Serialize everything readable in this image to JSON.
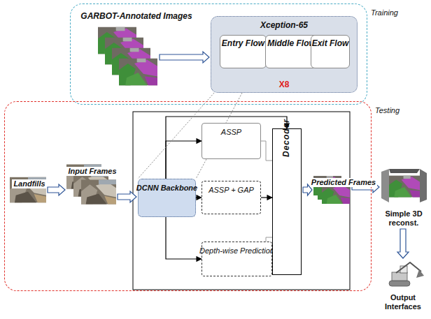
{
  "diagram": {
    "nodes": [
      {
        "text": [
          "Training"
        ]
      },
      {
        "text": [
          "GARBOT-Annotated Images"
        ],
        "in": 0
      },
      {
        "text": [
          "Xception-65",
          "X8"
        ],
        "in": 0
      },
      {
        "text": [
          "Entry Flow"
        ],
        "in": 2
      },
      {
        "text": [
          "Middle Flow"
        ],
        "in": 2
      },
      {
        "text": [
          "Exit Flow"
        ],
        "in": 2
      },
      {
        "text": [
          "Testing"
        ]
      },
      {
        "text": [
          "Landfills"
        ],
        "in": 6
      },
      {
        "text": [
          "Input Frames"
        ],
        "in": 6
      },
      {
        "text": [
          "DCNN Backbone"
        ],
        "in": 6
      },
      {
        "text": [
          "ASSP"
        ],
        "in": 6
      },
      {
        "text": [
          "ASSP + GAP"
        ],
        "in": 6
      },
      {
        "text": [
          "Depth-wise Prediction"
        ],
        "in": 6
      },
      {
        "text": [
          "Decoder"
        ],
        "in": 6
      },
      {
        "text": [
          "Predicted Frames"
        ],
        "in": 6
      },
      {
        "text": [
          "Simple 3D reconst."
        ]
      },
      {
        "text": [
          "Output Interfaces"
        ]
      }
    ],
    "edges": [
      {
        "from": 1,
        "to": 2,
        "arrow": "to"
      },
      {
        "from": 7,
        "to": 8,
        "arrow": "to"
      },
      {
        "from": 8,
        "to": 9,
        "arrow": "to"
      },
      {
        "from": 9,
        "to": 10,
        "arrow": "to"
      },
      {
        "from": 9,
        "to": 11,
        "arrow": "to"
      },
      {
        "from": 9,
        "to": 12,
        "arrow": "to"
      },
      {
        "from": 9,
        "to": 13,
        "arrow": "to"
      },
      {
        "from": 10,
        "to": 13,
        "arrow": "none"
      },
      {
        "from": 11,
        "to": 13,
        "arrow": "to"
      },
      {
        "from": 12,
        "to": 13,
        "arrow": "none"
      },
      {
        "from": 13,
        "to": 14,
        "arrow": "to"
      },
      {
        "from": 14,
        "to": 15,
        "arrow": "to"
      },
      {
        "from": 15,
        "to": 16,
        "arrow": "to"
      },
      {
        "from": 2,
        "to": 9,
        "arrow": "none"
      },
      {
        "from": 2,
        "to": 9,
        "arrow": "none"
      }
    ]
  }
}
